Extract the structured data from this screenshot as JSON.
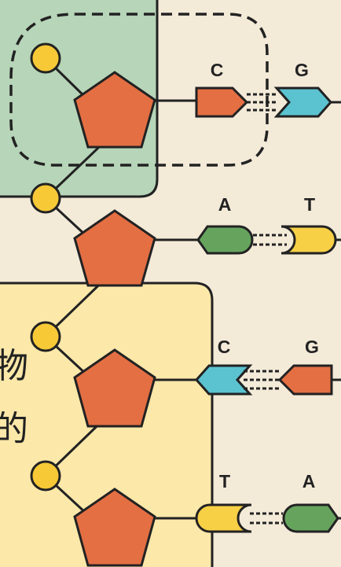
{
  "colors": {
    "background": "#f3ead8",
    "green_panel": "#b7d5b8",
    "yellow_panel": "#fce8a9",
    "outline": "#222222",
    "sugar": "#e46f43",
    "phosphate": "#f7c937",
    "base_C": "#e46f43",
    "base_G": "#5bc3d0",
    "base_A": "#66a45e",
    "base_T": "#f7d046",
    "strand_C": "#5bc3d0",
    "strand_G": "#e46f43"
  },
  "base_pairs": [
    {
      "left": "C",
      "right": "G",
      "bonds": 3
    },
    {
      "left": "A",
      "right": "T",
      "bonds": 2
    },
    {
      "left": "C",
      "right": "G",
      "bonds": 3
    },
    {
      "left": "T",
      "right": "A",
      "bonds": 2
    }
  ],
  "side_text": [
    "物",
    "的"
  ]
}
